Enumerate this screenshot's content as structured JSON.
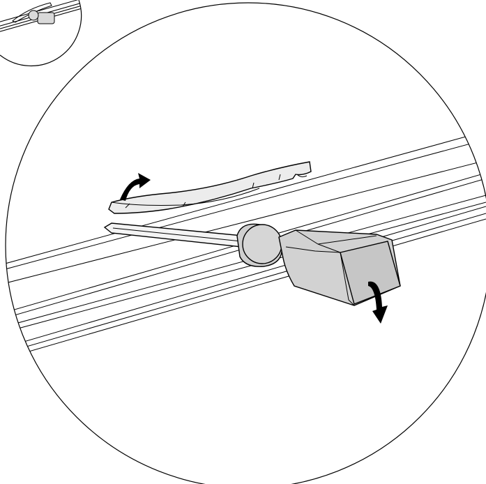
{
  "figure": {
    "view": "detail-magnifier",
    "parts": [
      "rail-profile",
      "wiper-clip",
      "screwdriver-shaft",
      "screwdriver-handle"
    ],
    "arrows": [
      "lift-arrow",
      "rotate-arrow"
    ],
    "colors": {
      "stroke": "#000000",
      "background": "#ffffff",
      "part_fill": "#e6e6e6",
      "handle_fill": "#d2d2d2",
      "clip_fill": "#ececec"
    }
  }
}
